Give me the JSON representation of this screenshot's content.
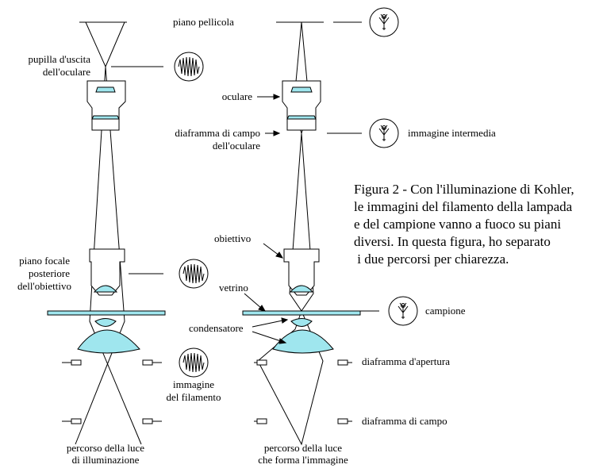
{
  "labels": {
    "piano_pellicola": "piano pellicola",
    "pupilla_1": "pupilla d'uscita",
    "pupilla_2": "dell'oculare",
    "oculare": "oculare",
    "diaframma_oc_1": "diaframma di campo",
    "diaframma_oc_2": "dell'oculare",
    "immagine_intermedia": "immagine intermedia",
    "obiettivo": "obiettivo",
    "vetrino": "vetrino",
    "piano_focale_1": "piano focale",
    "piano_focale_2": "posteriore",
    "piano_focale_3": "dell'obiettivo",
    "campione": "campione",
    "condensatore": "condensatore",
    "diaframma_apertura": "diaframma d'apertura",
    "immagine_filamento_1": "immagine",
    "immagine_filamento_2": "del filamento",
    "diaframma_campo": "diaframma di campo",
    "percorso_ill_1": "percorso della luce",
    "percorso_ill_2": "di illuminazione",
    "percorso_img_1": "percorso della luce",
    "percorso_img_2": "che forma l'immagine"
  },
  "caption": [
    "Figura 2 - Con l'illuminazione di Kohler,",
    "le immagini del filamento della lampada",
    "e del campione vanno a fuoco su piani",
    "diversi. In questa figura, ho separato",
    " i due percorsi per chiarezza."
  ],
  "colors": {
    "lens": "#9fe6ee",
    "line": "#000000",
    "slide": "#9fe6ee"
  },
  "icons": [
    "filament-image-icon",
    "specimen-image-icon"
  ]
}
